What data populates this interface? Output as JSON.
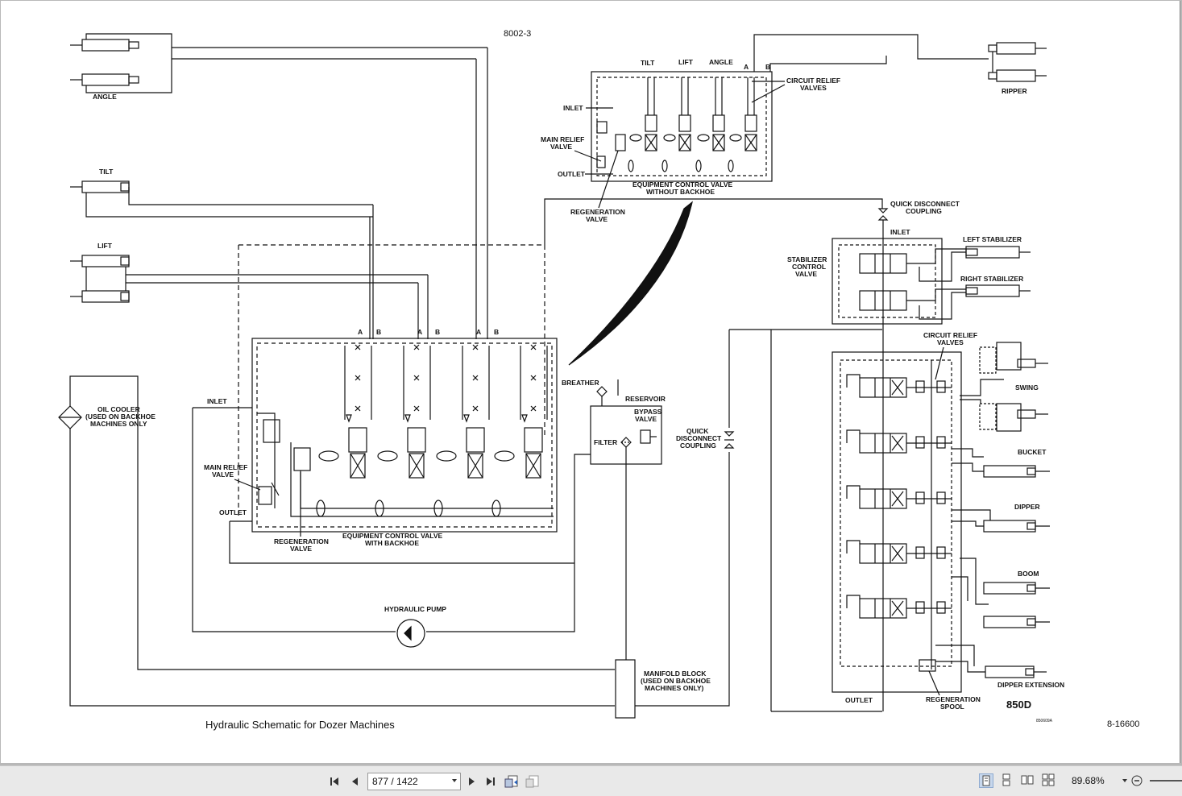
{
  "document": {
    "doc_number": "8002-3",
    "caption": "Hydraulic Schematic for Dozer Machines",
    "figure_number": "8-16600",
    "model": "850D",
    "small_code": "850609A"
  },
  "labels": {
    "angle": "ANGLE",
    "tilt": "TILT",
    "lift": "LIFT",
    "oil_cooler": [
      "OIL COOLER",
      "(USED ON BACKHOE",
      "MACHINES ONLY"
    ],
    "inlet": "INLET",
    "main_relief": [
      "MAIN RELIEF",
      "VALVE"
    ],
    "outlet": "OUTLET",
    "regeneration_valve": [
      "REGENERATION",
      "VALVE"
    ],
    "ecv_with_backhoe": [
      "EQUIPMENT CONTROL VALVE",
      "WITH BACKHOE"
    ],
    "hydraulic_pump": "HYDRAULIC PUMP",
    "breather": "BREATHER",
    "reservoir": "RESERVOIR",
    "bypass_valve": [
      "BYPASS",
      "VALVE"
    ],
    "filter": "FILTER",
    "manifold_block": [
      "MANIFOLD BLOCK",
      "(USED ON BACKHOE",
      "MACHINES ONLY)"
    ],
    "quick_disconnect": [
      "QUICK",
      "DISCONNECT",
      "COUPLING"
    ],
    "top_tilt": "TILT",
    "top_lift": "LIFT",
    "top_angle": "ANGLE",
    "a": "A",
    "b": "B",
    "circuit_relief": [
      "CIRCUIT RELIEF",
      "VALVES"
    ],
    "top_inlet": "INLET",
    "top_main_relief": [
      "MAIN RELIEF",
      "VALVE"
    ],
    "top_outlet": "OUTLET",
    "ecv_without_backhoe": [
      "EQUIPMENT CONTROL VALVE",
      "WITHOUT BACKHOE"
    ],
    "top_regeneration": [
      "REGENERATION",
      "VALVE"
    ],
    "ripper": "RIPPER",
    "qd_coupling_right": [
      "QUICK DISCONNECT",
      "COUPLING"
    ],
    "stab_inlet": "INLET",
    "stabilizer_control": [
      "STABILIZER",
      "CONTROL",
      "VALVE"
    ],
    "left_stabilizer": "LEFT STABILIZER",
    "right_stabilizer": "RIGHT STABILIZER",
    "right_circuit_relief": [
      "CIRCUIT RELIEF",
      "VALVES"
    ],
    "swing": "SWING",
    "bucket": "BUCKET",
    "dipper": "DIPPER",
    "boom": "BOOM",
    "dipper_extension": "DIPPER EXTENSION",
    "right_outlet": "OUTLET",
    "regeneration_spool": [
      "REGENERATION",
      "SPOOL"
    ]
  },
  "toolbar": {
    "page_value": "877 / 1422",
    "zoom_value": "89.68%"
  }
}
